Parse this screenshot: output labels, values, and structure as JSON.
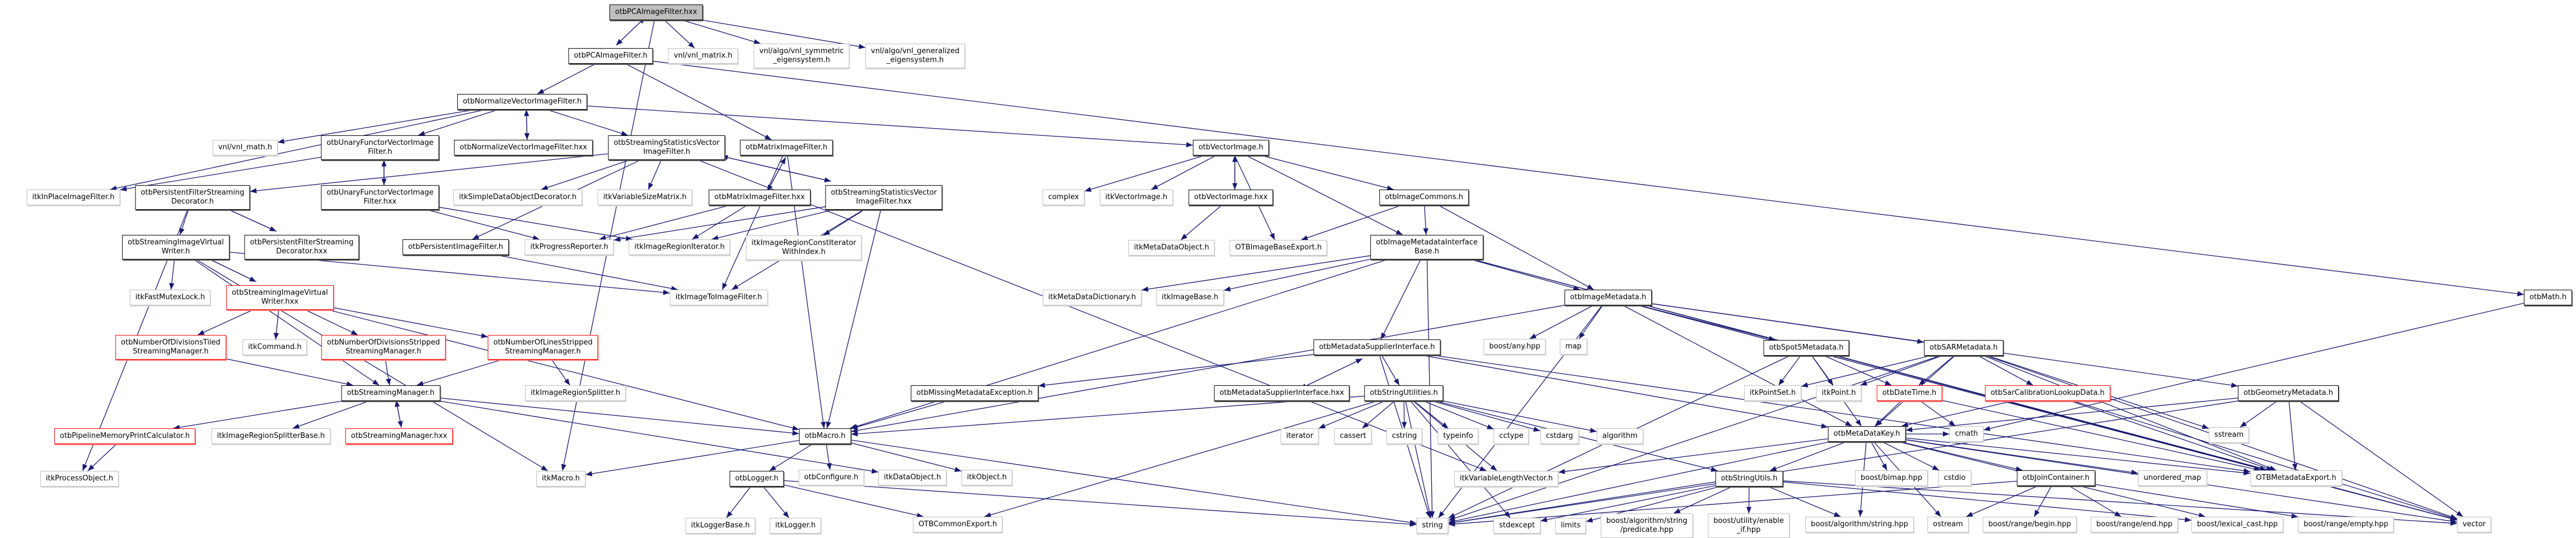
{
  "title": "otbPCAImageFilter.hxx include dependency graph",
  "colors": {
    "edge": "#191970",
    "root_fill": "#bfbfbf",
    "documented_border": "#000000",
    "external_border": "#bfbfbf",
    "truncated_border": "#ff0000"
  },
  "nodes": [
    {
      "id": "pca_hxx",
      "label": "otbPCAImageFilter.hxx",
      "kind": "root"
    },
    {
      "id": "pca_h",
      "label": "otbPCAImageFilter.h",
      "kind": "documented"
    },
    {
      "id": "vnl_matrix",
      "label": "vnl/vnl_matrix.h",
      "kind": "external"
    },
    {
      "id": "vnl_sym",
      "label": "vnl/algo/vnl_symmetric\n_eigensystem.h",
      "kind": "external"
    },
    {
      "id": "vnl_gen",
      "label": "vnl/algo/vnl_generalized\n_eigensystem.h",
      "kind": "external"
    },
    {
      "id": "norm_h",
      "label": "otbNormalizeVectorImageFilter.h",
      "kind": "documented"
    },
    {
      "id": "vnl_math",
      "label": "vnl/vnl_math.h",
      "kind": "external"
    },
    {
      "id": "unary_h",
      "label": "otbUnaryFunctorVectorImage\nFilter.h",
      "kind": "documented"
    },
    {
      "id": "norm_hxx",
      "label": "otbNormalizeVectorImageFilter.hxx",
      "kind": "documented"
    },
    {
      "id": "ssv_h",
      "label": "otbStreamingStatisticsVector\nImageFilter.h",
      "kind": "documented"
    },
    {
      "id": "matrix_h",
      "label": "otbMatrixImageFilter.h",
      "kind": "documented"
    },
    {
      "id": "vecimg_h",
      "label": "otbVectorImage.h",
      "kind": "documented"
    },
    {
      "id": "inplace",
      "label": "itkInPlaceImageFilter.h",
      "kind": "external"
    },
    {
      "id": "pfsd_h",
      "label": "otbPersistentFilterStreaming\nDecorator.h",
      "kind": "documented"
    },
    {
      "id": "unary_hxx",
      "label": "otbUnaryFunctorVectorImage\nFilter.hxx",
      "kind": "documented"
    },
    {
      "id": "simple_deco",
      "label": "itkSimpleDataObjectDecorator.h",
      "kind": "external"
    },
    {
      "id": "varsize",
      "label": "itkVariableSizeMatrix.h",
      "kind": "external"
    },
    {
      "id": "matrix_hxx",
      "label": "otbMatrixImageFilter.hxx",
      "kind": "documented"
    },
    {
      "id": "ssv_hxx",
      "label": "otbStreamingStatisticsVector\nImageFilter.hxx",
      "kind": "documented"
    },
    {
      "id": "complex",
      "label": "complex",
      "kind": "external"
    },
    {
      "id": "itkvecimg",
      "label": "itkVectorImage.h",
      "kind": "external"
    },
    {
      "id": "vecimg_hxx",
      "label": "otbVectorImage.hxx",
      "kind": "documented"
    },
    {
      "id": "imgcommons",
      "label": "otbImageCommons.h",
      "kind": "documented"
    },
    {
      "id": "siv_h",
      "label": "otbStreamingImageVirtual\nWriter.h",
      "kind": "documented"
    },
    {
      "id": "pfsd_hxx",
      "label": "otbPersistentFilterStreaming\nDecorator.hxx",
      "kind": "documented"
    },
    {
      "id": "persist",
      "label": "otbPersistentImageFilter.h",
      "kind": "documented"
    },
    {
      "id": "progress",
      "label": "itkProgressReporter.h",
      "kind": "external"
    },
    {
      "id": "regiter",
      "label": "itkImageRegionIterator.h",
      "kind": "external"
    },
    {
      "id": "regconstiter",
      "label": "itkImageRegionConstIterator\nWithIndex.h",
      "kind": "external"
    },
    {
      "id": "metadataobj",
      "label": "itkMetaDataObject.h",
      "kind": "external"
    },
    {
      "id": "imgbaseexport",
      "label": "OTBImageBaseExport.h",
      "kind": "external"
    },
    {
      "id": "imibase",
      "label": "otbImageMetadataInterface\nBase.h",
      "kind": "documented"
    },
    {
      "id": "otbmath",
      "label": "otbMath.h",
      "kind": "documented"
    },
    {
      "id": "fastmutex",
      "label": "itkFastMutexLock.h",
      "kind": "external"
    },
    {
      "id": "siv_hxx",
      "label": "otbStreamingImageVirtual\nWriter.hxx",
      "kind": "truncated"
    },
    {
      "id": "img2img",
      "label": "itkImageToImageFilter.h",
      "kind": "external"
    },
    {
      "id": "mdict",
      "label": "itkMetaDataDictionary.h",
      "kind": "external"
    },
    {
      "id": "imagebase",
      "label": "itkImageBase.h",
      "kind": "external"
    },
    {
      "id": "imgmeta",
      "label": "otbImageMetadata.h",
      "kind": "documented"
    },
    {
      "id": "boostany",
      "label": "boost/any.hpp",
      "kind": "external"
    },
    {
      "id": "map",
      "label": "map",
      "kind": "external"
    },
    {
      "id": "ndtiled",
      "label": "otbNumberOfDivisionsTiled\nStreamingManager.h",
      "kind": "truncated"
    },
    {
      "id": "itkcommand",
      "label": "itkCommand.h",
      "kind": "external"
    },
    {
      "id": "ndstripped",
      "label": "otbNumberOfDivisionsStripped\nStreamingManager.h",
      "kind": "truncated"
    },
    {
      "id": "nlstripped",
      "label": "otbNumberOfLinesStripped\nStreamingManager.h",
      "kind": "truncated"
    },
    {
      "id": "msi_h",
      "label": "otbMetadataSupplierInterface.h",
      "kind": "documented"
    },
    {
      "id": "spot5",
      "label": "otbSpot5Metadata.h",
      "kind": "documented"
    },
    {
      "id": "sar",
      "label": "otbSARMetadata.h",
      "kind": "documented"
    },
    {
      "id": "sm_h",
      "label": "otbStreamingManager.h",
      "kind": "documented"
    },
    {
      "id": "splitter",
      "label": "itkImageRegionSplitter.h",
      "kind": "external"
    },
    {
      "id": "missing",
      "label": "otbMissingMetadataException.h",
      "kind": "documented"
    },
    {
      "id": "msi_hxx",
      "label": "otbMetadataSupplierInterface.hxx",
      "kind": "documented"
    },
    {
      "id": "strutilities",
      "label": "otbStringUtilities.h",
      "kind": "documented"
    },
    {
      "id": "pointset",
      "label": "itkPointSet.h",
      "kind": "external"
    },
    {
      "id": "itkpoint",
      "label": "itkPoint.h",
      "kind": "external"
    },
    {
      "id": "datetime",
      "label": "otbDateTime.h",
      "kind": "truncated"
    },
    {
      "id": "sarcalib",
      "label": "otbSarCalibrationLookupData.h",
      "kind": "truncated"
    },
    {
      "id": "geommeta",
      "label": "otbGeometryMetadata.h",
      "kind": "documented"
    },
    {
      "id": "pmpc",
      "label": "otbPipelineMemoryPrintCalculator.h",
      "kind": "truncated"
    },
    {
      "id": "splitterbase",
      "label": "itkImageRegionSplitterBase.h",
      "kind": "external"
    },
    {
      "id": "sm_hxx",
      "label": "otbStreamingManager.hxx",
      "kind": "truncated"
    },
    {
      "id": "otbmacro",
      "label": "otbMacro.h",
      "kind": "documented"
    },
    {
      "id": "iterator",
      "label": "iterator",
      "kind": "external"
    },
    {
      "id": "cassert",
      "label": "cassert",
      "kind": "external"
    },
    {
      "id": "cstring",
      "label": "cstring",
      "kind": "external"
    },
    {
      "id": "typeinfo",
      "label": "typeinfo",
      "kind": "external"
    },
    {
      "id": "cctype",
      "label": "cctype",
      "kind": "external"
    },
    {
      "id": "cstdarg",
      "label": "cstdarg",
      "kind": "external"
    },
    {
      "id": "algorithm",
      "label": "algorithm",
      "kind": "external"
    },
    {
      "id": "mdkey",
      "label": "otbMetaDataKey.h",
      "kind": "documented"
    },
    {
      "id": "cmath",
      "label": "cmath",
      "kind": "external"
    },
    {
      "id": "sstream",
      "label": "sstream",
      "kind": "external"
    },
    {
      "id": "processobj",
      "label": "itkProcessObject.h",
      "kind": "external"
    },
    {
      "id": "itkmacro",
      "label": "itkMacro.h",
      "kind": "external"
    },
    {
      "id": "otblogger",
      "label": "otbLogger.h",
      "kind": "documented"
    },
    {
      "id": "otbconfigure",
      "label": "otbConfigure.h",
      "kind": "external"
    },
    {
      "id": "dataobj",
      "label": "itkDataObject.h",
      "kind": "external"
    },
    {
      "id": "itkobject",
      "label": "itkObject.h",
      "kind": "external"
    },
    {
      "id": "varlen",
      "label": "itkVariableLengthVector.h",
      "kind": "external"
    },
    {
      "id": "strutils",
      "label": "otbStringUtils.h",
      "kind": "documented"
    },
    {
      "id": "bimap",
      "label": "boost/bimap.hpp",
      "kind": "external"
    },
    {
      "id": "cstdio",
      "label": "cstdio",
      "kind": "external"
    },
    {
      "id": "joincont",
      "label": "otbJoinContainer.h",
      "kind": "documented"
    },
    {
      "id": "unordered",
      "label": "unordered_map",
      "kind": "external"
    },
    {
      "id": "mdexport",
      "label": "OTBMetadataExport.h",
      "kind": "external"
    },
    {
      "id": "loggerbase",
      "label": "itkLoggerBase.h",
      "kind": "external"
    },
    {
      "id": "itklogger",
      "label": "itkLogger.h",
      "kind": "external"
    },
    {
      "id": "commonexport",
      "label": "OTBCommonExport.h",
      "kind": "external"
    },
    {
      "id": "string",
      "label": "string",
      "kind": "external"
    },
    {
      "id": "stdexcept",
      "label": "stdexcept",
      "kind": "external"
    },
    {
      "id": "limits",
      "label": "limits",
      "kind": "external"
    },
    {
      "id": "boostpred",
      "label": "boost/algorithm/string\n/predicate.hpp",
      "kind": "external"
    },
    {
      "id": "enableif",
      "label": "boost/utility/enable\n_if.hpp",
      "kind": "external"
    },
    {
      "id": "boostalgstr",
      "label": "boost/algorithm/string.hpp",
      "kind": "external"
    },
    {
      "id": "ostream",
      "label": "ostream",
      "kind": "external"
    },
    {
      "id": "rangebegin",
      "label": "boost/range/begin.hpp",
      "kind": "external"
    },
    {
      "id": "rangeend",
      "label": "boost/range/end.hpp",
      "kind": "external"
    },
    {
      "id": "lexcast",
      "label": "boost/lexical_cast.hpp",
      "kind": "external"
    },
    {
      "id": "rangeempty",
      "label": "boost/range/empty.hpp",
      "kind": "external"
    },
    {
      "id": "vector",
      "label": "vector",
      "kind": "external"
    }
  ],
  "edges": [
    [
      "pca_hxx",
      "pca_h"
    ],
    [
      "pca_h",
      "pca_hxx"
    ],
    [
      "pca_hxx",
      "vnl_matrix"
    ],
    [
      "pca_hxx",
      "vnl_sym"
    ],
    [
      "pca_hxx",
      "vnl_gen"
    ],
    [
      "pca_hxx",
      "itkmacro"
    ],
    [
      "pca_h",
      "norm_h"
    ],
    [
      "pca_h",
      "matrix_h"
    ],
    [
      "pca_h",
      "otbmath"
    ],
    [
      "norm_h",
      "vnl_math"
    ],
    [
      "norm_h",
      "unary_h"
    ],
    [
      "norm_h",
      "norm_hxx"
    ],
    [
      "norm_hxx",
      "norm_h"
    ],
    [
      "norm_h",
      "ssv_h"
    ],
    [
      "norm_h",
      "vecimg_h"
    ],
    [
      "norm_h",
      "inplace"
    ],
    [
      "unary_h",
      "unary_hxx"
    ],
    [
      "unary_hxx",
      "unary_h"
    ],
    [
      "unary_h",
      "inplace"
    ],
    [
      "unary_hxx",
      "progress"
    ],
    [
      "unary_hxx",
      "regiter"
    ],
    [
      "ssv_h",
      "pfsd_h"
    ],
    [
      "ssv_h",
      "persist"
    ],
    [
      "ssv_h",
      "simple_deco"
    ],
    [
      "ssv_h",
      "varsize"
    ],
    [
      "ssv_h",
      "ssv_hxx"
    ],
    [
      "ssv_hxx",
      "ssv_h"
    ],
    [
      "ssv_h",
      "varlen"
    ],
    [
      "matrix_h",
      "matrix_hxx"
    ],
    [
      "matrix_hxx",
      "matrix_h"
    ],
    [
      "matrix_h",
      "img2img"
    ],
    [
      "matrix_h",
      "otbmacro"
    ],
    [
      "matrix_hxx",
      "progress"
    ],
    [
      "matrix_hxx",
      "regiter"
    ],
    [
      "ssv_hxx",
      "progress"
    ],
    [
      "ssv_hxx",
      "regiter"
    ],
    [
      "ssv_hxx",
      "regconstiter"
    ],
    [
      "ssv_hxx",
      "otbmacro"
    ],
    [
      "ssv_hxx",
      "img2img"
    ],
    [
      "vecimg_h",
      "complex"
    ],
    [
      "vecimg_h",
      "itkvecimg"
    ],
    [
      "vecimg_h",
      "vecimg_hxx"
    ],
    [
      "vecimg_hxx",
      "vecimg_h"
    ],
    [
      "vecimg_h",
      "imgbaseexport"
    ],
    [
      "vecimg_h",
      "imgcommons"
    ],
    [
      "vecimg_h",
      "imibase"
    ],
    [
      "vecimg_hxx",
      "metadataobj"
    ],
    [
      "imgcommons",
      "imgbaseexport"
    ],
    [
      "imgcommons",
      "imibase"
    ],
    [
      "imgcommons",
      "imgmeta"
    ],
    [
      "pfsd_h",
      "siv_h"
    ],
    [
      "pfsd_h",
      "pfsd_hxx"
    ],
    [
      "pfsd_hxx",
      "pfsd_h"
    ],
    [
      "pfsd_h",
      "processobj"
    ],
    [
      "siv_h",
      "fastmutex"
    ],
    [
      "siv_h",
      "siv_hxx"
    ],
    [
      "siv_hxx",
      "siv_h"
    ],
    [
      "siv_h",
      "sm_h"
    ],
    [
      "siv_h",
      "img2img"
    ],
    [
      "siv_h",
      "itkmacro"
    ],
    [
      "siv_hxx",
      "ndtiled"
    ],
    [
      "siv_hxx",
      "itkcommand"
    ],
    [
      "siv_hxx",
      "ndstripped"
    ],
    [
      "siv_hxx",
      "nlstripped"
    ],
    [
      "siv_hxx",
      "otbmacro"
    ],
    [
      "ndtiled",
      "sm_h"
    ],
    [
      "ndstripped",
      "sm_h"
    ],
    [
      "nlstripped",
      "sm_h"
    ],
    [
      "nlstripped",
      "splitter"
    ],
    [
      "persist",
      "img2img"
    ],
    [
      "sm_h",
      "pmpc"
    ],
    [
      "sm_h",
      "splitterbase"
    ],
    [
      "sm_h",
      "sm_hxx"
    ],
    [
      "sm_hxx",
      "sm_h"
    ],
    [
      "sm_h",
      "otbmacro"
    ],
    [
      "sm_h",
      "dataobj"
    ],
    [
      "pmpc",
      "processobj"
    ],
    [
      "imibase",
      "mdict"
    ],
    [
      "imibase",
      "imagebase"
    ],
    [
      "imibase",
      "msi_h"
    ],
    [
      "imibase",
      "imgmeta"
    ],
    [
      "imibase",
      "otbmacro"
    ],
    [
      "imibase",
      "mdexport"
    ],
    [
      "imibase",
      "string"
    ],
    [
      "imibase",
      "vector"
    ],
    [
      "imgmeta",
      "boostany"
    ],
    [
      "imgmeta",
      "map"
    ],
    [
      "imgmeta",
      "spot5"
    ],
    [
      "imgmeta",
      "sar"
    ],
    [
      "imgmeta",
      "geommeta"
    ],
    [
      "imgmeta",
      "mdkey"
    ],
    [
      "imgmeta",
      "mdexport"
    ],
    [
      "imgmeta",
      "string"
    ],
    [
      "imgmeta",
      "vector"
    ],
    [
      "imgmeta",
      "otbmacro"
    ],
    [
      "msi_h",
      "missing"
    ],
    [
      "msi_h",
      "msi_hxx"
    ],
    [
      "msi_hxx",
      "msi_h"
    ],
    [
      "msi_h",
      "strutilities"
    ],
    [
      "msi_h",
      "mdkey"
    ],
    [
      "msi_h",
      "mdexport"
    ],
    [
      "msi_h",
      "string"
    ],
    [
      "missing",
      "otbmacro"
    ],
    [
      "strutilities",
      "iterator"
    ],
    [
      "strutilities",
      "cassert"
    ],
    [
      "strutilities",
      "cstring"
    ],
    [
      "strutilities",
      "typeinfo"
    ],
    [
      "strutilities",
      "cctype"
    ],
    [
      "strutilities",
      "cstdarg"
    ],
    [
      "strutilities",
      "algorithm"
    ],
    [
      "strutilities",
      "string"
    ],
    [
      "strutilities",
      "stdexcept"
    ],
    [
      "strutilities",
      "strutils"
    ],
    [
      "strutilities",
      "otbmacro"
    ],
    [
      "strutilities",
      "commonexport"
    ],
    [
      "strutilities",
      "varlen"
    ],
    [
      "spot5",
      "pointset"
    ],
    [
      "spot5",
      "itkpoint"
    ],
    [
      "spot5",
      "datetime"
    ],
    [
      "spot5",
      "mdkey"
    ],
    [
      "spot5",
      "mdexport"
    ],
    [
      "spot5",
      "string"
    ],
    [
      "spot5",
      "vector"
    ],
    [
      "sar",
      "pointset"
    ],
    [
      "sar",
      "itkpoint"
    ],
    [
      "sar",
      "datetime"
    ],
    [
      "sar",
      "sarcalib"
    ],
    [
      "sar",
      "mdkey"
    ],
    [
      "sar",
      "mdexport"
    ],
    [
      "sar",
      "string"
    ],
    [
      "sar",
      "vector"
    ],
    [
      "sar",
      "sstream"
    ],
    [
      "datetime",
      "cmath"
    ],
    [
      "datetime",
      "mdkey"
    ],
    [
      "datetime",
      "mdexport"
    ],
    [
      "sarcalib",
      "mdkey"
    ],
    [
      "sarcalib",
      "mdexport"
    ],
    [
      "sarcalib",
      "vector"
    ],
    [
      "geommeta",
      "sstream"
    ],
    [
      "geommeta",
      "mdkey"
    ],
    [
      "geommeta",
      "mdexport"
    ],
    [
      "geommeta",
      "vector"
    ],
    [
      "geommeta",
      "string"
    ],
    [
      "otbmath",
      "cmath"
    ],
    [
      "mdkey",
      "string"
    ],
    [
      "mdkey",
      "boostalgstr"
    ],
    [
      "mdkey",
      "bimap"
    ],
    [
      "mdkey",
      "cstdio"
    ],
    [
      "mdkey",
      "joincont"
    ],
    [
      "mdkey",
      "unordered"
    ],
    [
      "mdkey",
      "mdexport"
    ],
    [
      "mdkey",
      "ostream"
    ],
    [
      "mdkey",
      "lexcast"
    ],
    [
      "mdkey",
      "strutils"
    ],
    [
      "mdkey",
      "varlen"
    ],
    [
      "mdkey",
      "vector"
    ],
    [
      "mdkey",
      "cmath"
    ],
    [
      "otbmacro",
      "itkmacro"
    ],
    [
      "otbmacro",
      "otblogger"
    ],
    [
      "otbmacro",
      "otbconfigure"
    ],
    [
      "otbmacro",
      "itkobject"
    ],
    [
      "otbmacro",
      "string"
    ],
    [
      "otblogger",
      "loggerbase"
    ],
    [
      "otblogger",
      "itklogger"
    ],
    [
      "otblogger",
      "commonexport"
    ],
    [
      "otblogger",
      "string"
    ],
    [
      "strutils",
      "string"
    ],
    [
      "strutils",
      "stdexcept"
    ],
    [
      "strutils",
      "limits"
    ],
    [
      "strutils",
      "boostpred"
    ],
    [
      "strutils",
      "enableif"
    ],
    [
      "strutils",
      "boostalgstr"
    ],
    [
      "strutils",
      "vector"
    ],
    [
      "strutils",
      "lexcast"
    ],
    [
      "joincont",
      "ostream"
    ],
    [
      "joincont",
      "rangebegin"
    ],
    [
      "joincont",
      "rangeend"
    ],
    [
      "joincont",
      "rangeempty"
    ],
    [
      "joincont",
      "string"
    ]
  ]
}
